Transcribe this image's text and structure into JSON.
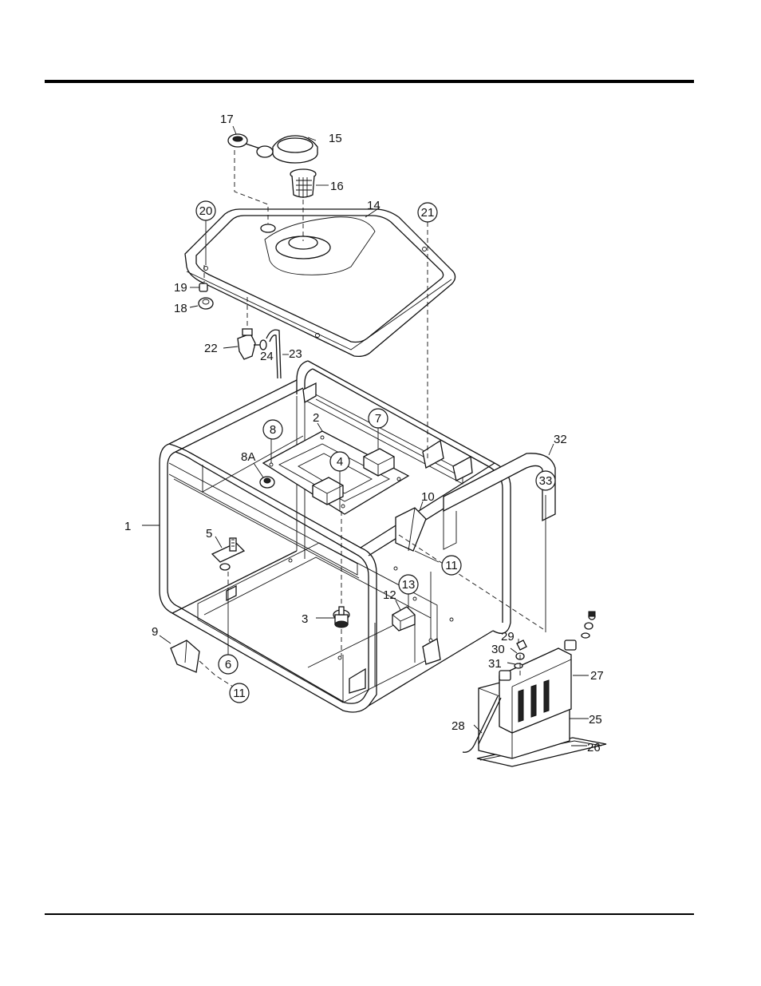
{
  "callouts": {
    "c1": "1",
    "c2": "2",
    "c3": "3",
    "c4": "4",
    "c5": "5",
    "c6": "6",
    "c7": "7",
    "c8": "8",
    "c8a": "8A",
    "c9": "9",
    "c10": "10",
    "c11a": "11",
    "c11b": "11",
    "c12": "12",
    "c13": "13",
    "c14": "14",
    "c15": "15",
    "c16": "16",
    "c17": "17",
    "c18": "18",
    "c19": "19",
    "c20": "20",
    "c21": "21",
    "c22": "22",
    "c23": "23",
    "c24": "24",
    "c25": "25",
    "c26": "26",
    "c27": "27",
    "c28": "28",
    "c29": "29",
    "c30": "30",
    "c31": "31",
    "c32": "32",
    "c33": "33"
  }
}
